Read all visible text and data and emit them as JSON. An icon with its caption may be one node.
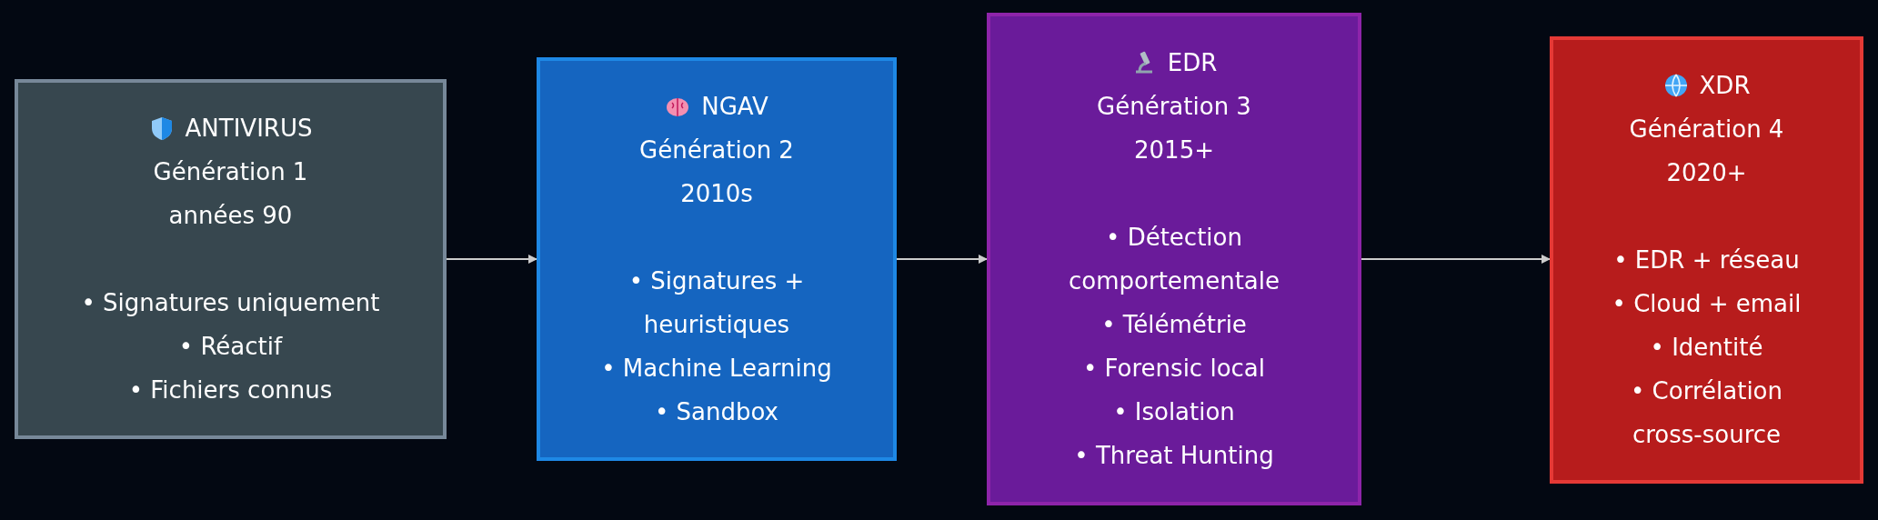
{
  "diagram": {
    "nodes": [
      {
        "text": [
          "ANTIVIRUS",
          "Génération 1",
          "années 90",
          "• Signatures uniquement",
          "• Réactif",
          "• Fichiers connus"
        ]
      },
      {
        "text": [
          "NGAV",
          "Génération 2",
          "2010s",
          "• Signatures + heuristiques",
          "• Machine Learning",
          "• Sandbox"
        ]
      },
      {
        "text": [
          "EDR",
          "Génération 3",
          "2015+",
          "• Détection comportementale",
          "• Télémétrie",
          "• Forensic local",
          "• Isolation",
          "• Threat Hunting"
        ]
      },
      {
        "text": [
          "XDR",
          "Génération 4",
          "2020+",
          "• EDR + réseau",
          "• Cloud + email",
          "• Identité",
          "• Corrélation cross-source"
        ]
      }
    ],
    "edges": [
      {
        "from": 0,
        "to": 1,
        "arrow": "to"
      },
      {
        "from": 1,
        "to": 2,
        "arrow": "to"
      },
      {
        "from": 2,
        "to": 3,
        "arrow": "to"
      }
    ]
  }
}
